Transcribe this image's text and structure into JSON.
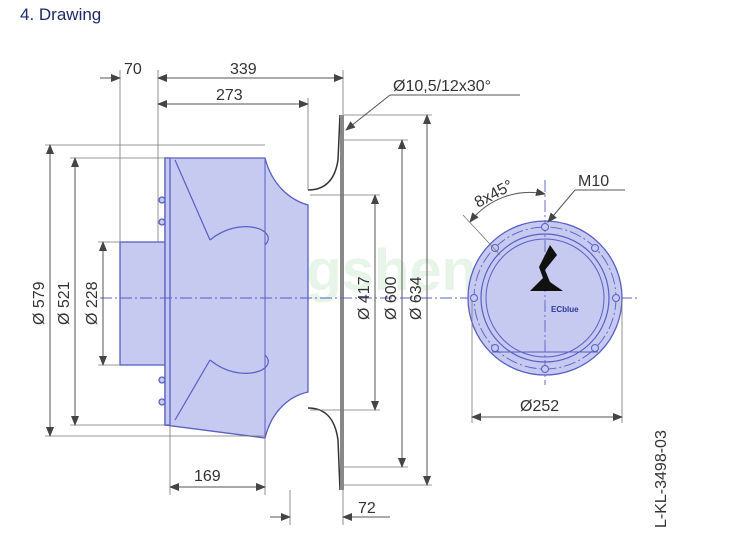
{
  "section_title": "4. Drawing",
  "dimensions": {
    "d70": "70",
    "d339": "339",
    "d273": "273",
    "d579": "Ø 579",
    "d521": "Ø 521",
    "d228": "Ø 228",
    "d417": "Ø 417",
    "d600": "Ø 600",
    "d634": "Ø 634",
    "holes": "Ø10,5/12x30°",
    "d169": "169",
    "d72": "72",
    "angle": "8x45°",
    "thread": "M10",
    "d252": "Ø252"
  },
  "logo_text": "ECblue",
  "drawing_number": "L-KL-3498-03",
  "watermark": "hongsheng",
  "colors": {
    "title": "#1f2a6b",
    "body_fill": "#c6c9f0",
    "body_stroke": "#5860c4"
  }
}
